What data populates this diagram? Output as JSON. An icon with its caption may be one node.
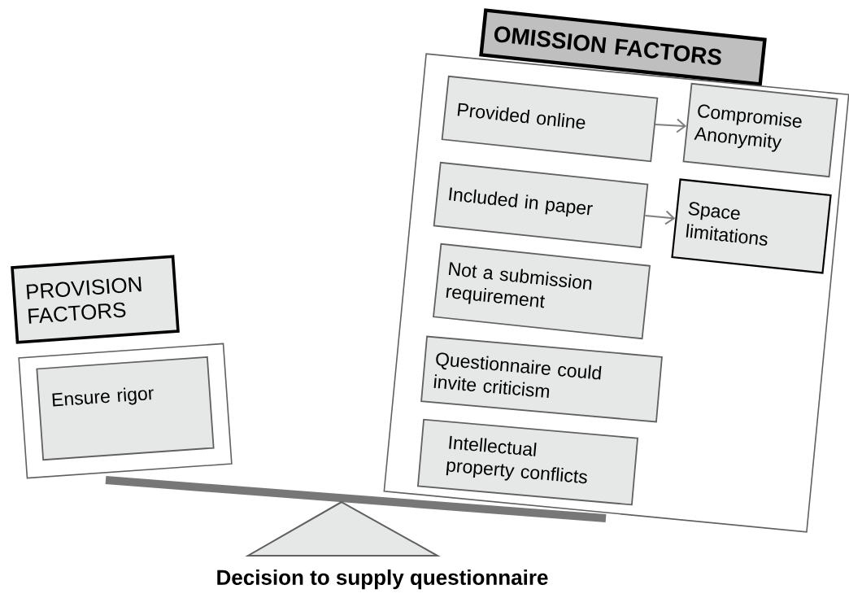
{
  "diagram": {
    "caption": "Decision to supply questionnaire",
    "nodes": [
      {
        "text": [
          "PROVISION FACTORS"
        ]
      },
      {
        "text": [],
        "shape": "box"
      },
      {
        "text": [
          "Ensure rigor"
        ],
        "in": 1
      },
      {
        "text": [
          "OMISSION  FACTORS"
        ]
      },
      {
        "text": [],
        "shape": "box"
      },
      {
        "text": [
          "Provided online"
        ],
        "in": 4
      },
      {
        "text": [
          "Compromise Anonymity"
        ],
        "in": 4
      },
      {
        "text": [
          "Included in paper"
        ],
        "in": 4
      },
      {
        "text": [
          "Space limitations"
        ],
        "in": 4
      },
      {
        "text": [
          "Not a submission requirement"
        ],
        "in": 4
      },
      {
        "text": [
          "Questionnaire could invite criticism"
        ],
        "in": 4
      },
      {
        "text": [
          "Intellectual property  conflicts"
        ],
        "in": 4
      }
    ],
    "edges": [
      {
        "from": 5,
        "to": 6,
        "arrow": "to"
      },
      {
        "from": 7,
        "to": 8,
        "arrow": "to"
      }
    ]
  }
}
